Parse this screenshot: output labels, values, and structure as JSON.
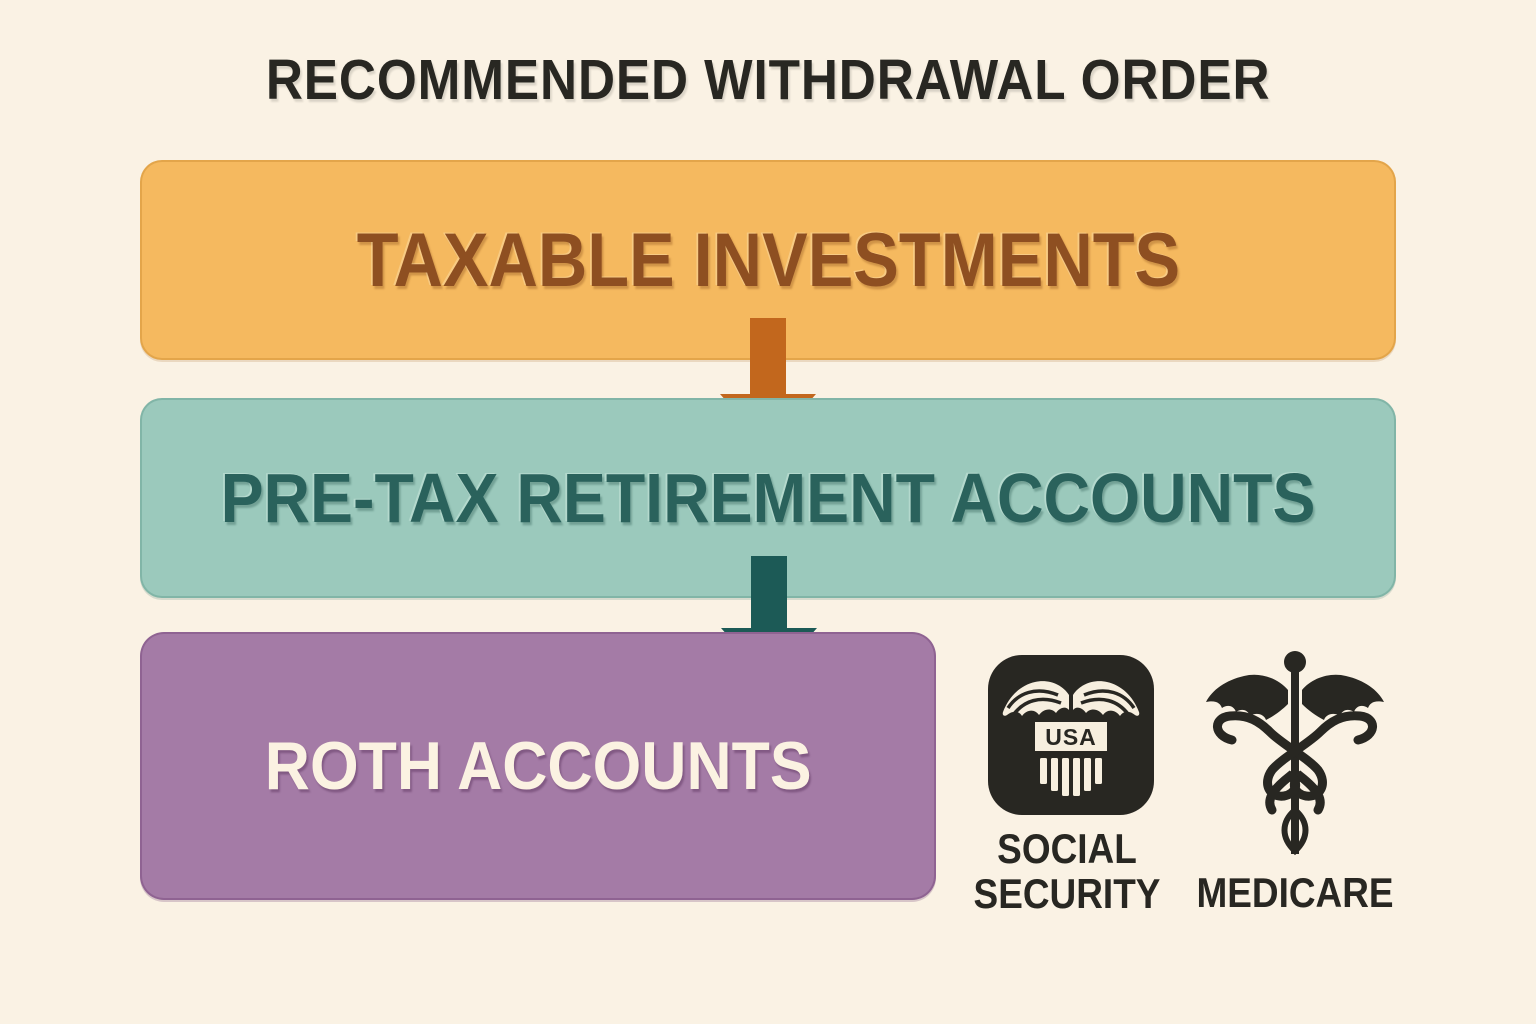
{
  "title": "RECOMMENDED WITHDRAWAL ORDER",
  "withdrawal_order": [
    {
      "label": "TAXABLE INVESTMENTS"
    },
    {
      "label": "PRE-TAX RETIREMENT ACCOUNTS"
    },
    {
      "label": "ROTH ACCOUNTS"
    }
  ],
  "arrows": [
    {
      "from": "TAXABLE INVESTMENTS",
      "to": "PRE-TAX RETIREMENT ACCOUNTS",
      "color": "#c2671d"
    },
    {
      "from": "PRE-TAX RETIREMENT ACCOUNTS",
      "to": "ROTH ACCOUNTS",
      "color": "#1c5a56"
    }
  ],
  "benefits": {
    "social_security": {
      "label": "SOCIAL SECURITY",
      "icon": "social-security-eagle-badge",
      "badge_text": "USA"
    },
    "medicare": {
      "label": "MEDICARE",
      "icon": "caduceus"
    }
  },
  "colors": {
    "background": "#faf2e4",
    "title_text": "#282722",
    "taxable_box": "#f5b95f",
    "taxable_text": "#8e4f21",
    "pretax_box": "#9bc9bc",
    "pretax_text": "#2a625c",
    "roth_box": "#a47ba6",
    "roth_text": "#fbf2e2",
    "arrow_orange": "#c2671d",
    "arrow_teal": "#1c5a56",
    "icon_dark": "#282722",
    "icon_cream": "#f7efdf"
  }
}
